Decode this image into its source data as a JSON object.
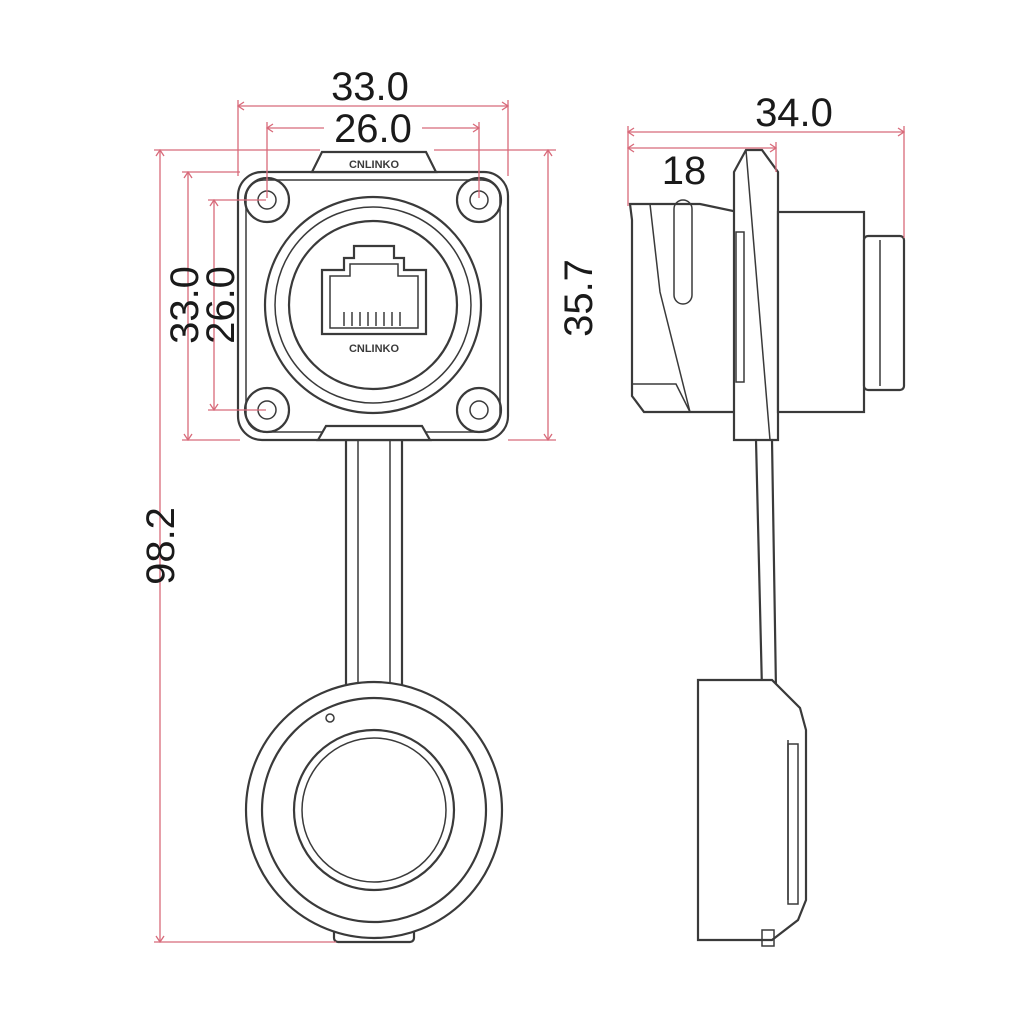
{
  "front_view": {
    "logo_text_top": "CNLINKO",
    "logo_text_jack": "CNLINKO"
  },
  "dimensions": {
    "width_outer": "33.0",
    "width_holes": "26.0",
    "height_outer": "33.0",
    "height_holes": "26.0",
    "flange_height": "35.7",
    "total_length": "98.2",
    "side_depth": "34.0",
    "side_front": "18"
  },
  "colors": {
    "dimension_lines": "#d86a7a",
    "outline": "#3a3a3a"
  }
}
